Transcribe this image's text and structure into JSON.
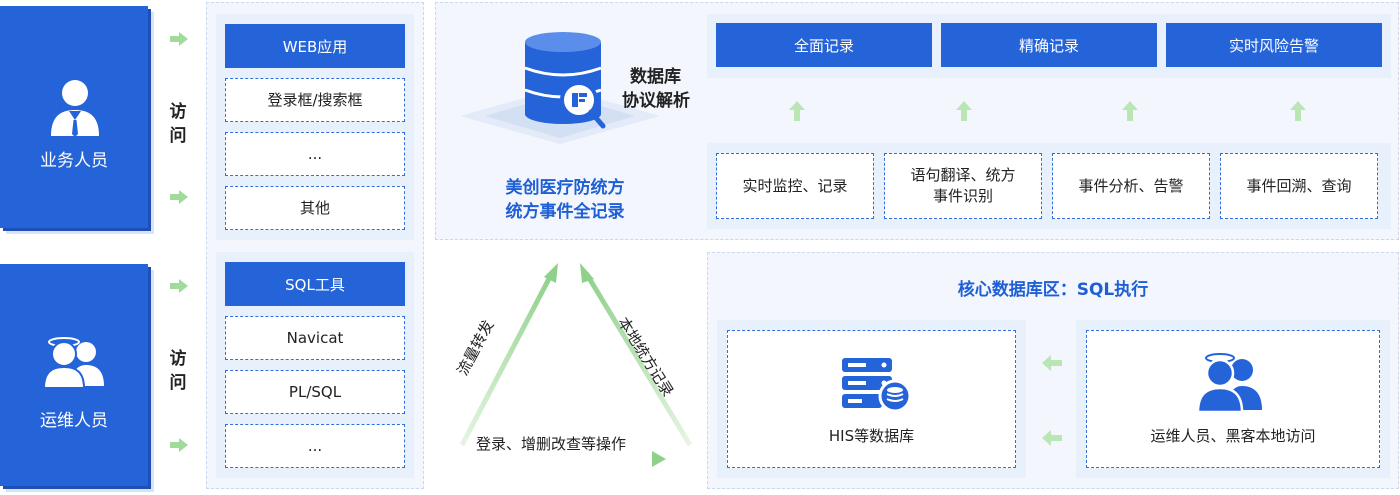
{
  "roles": {
    "business": {
      "label": "业务人员",
      "icon": "business-person-icon"
    },
    "ops": {
      "label": "运维人员",
      "icon": "ops-people-icon"
    }
  },
  "access_label": "访问",
  "web_group": {
    "header": "WEB应用",
    "items": [
      "登录框/搜索框",
      "...",
      "其他"
    ]
  },
  "sql_group": {
    "header": "SQL工具",
    "items": [
      "Navicat",
      "PL/SQL",
      "..."
    ]
  },
  "center": {
    "db_caption_line1": "数据库",
    "db_caption_line2": "协议解析",
    "title_line1": "美创医疗防统方",
    "title_line2": "统方事件全记录",
    "db_icon": "database-search-icon"
  },
  "features": {
    "top": [
      "全面记录",
      "精确记录",
      "实时风险告警"
    ],
    "bottom": [
      "实时监控、记录",
      "语句翻译、统方\n事件识别",
      "事件分析、告警",
      "事件回溯、查询"
    ]
  },
  "triangle": {
    "left_label": "流量转发",
    "right_label": "本地统方记录",
    "bottom_label": "登录、增删改查等操作"
  },
  "core_zone": {
    "title": "核心数据库区：SQL执行",
    "db_box_label": "HIS等数据库",
    "ops_box_label": "运维人员、黑客本地访问",
    "db_icon": "server-database-icon",
    "ops_icon": "people-icon"
  },
  "colors": {
    "primary_blue": "#2563d9",
    "arrow_green": "#8fd08a",
    "panel_bg": "#f3f7fd",
    "title_blue": "#1f5fd6"
  }
}
